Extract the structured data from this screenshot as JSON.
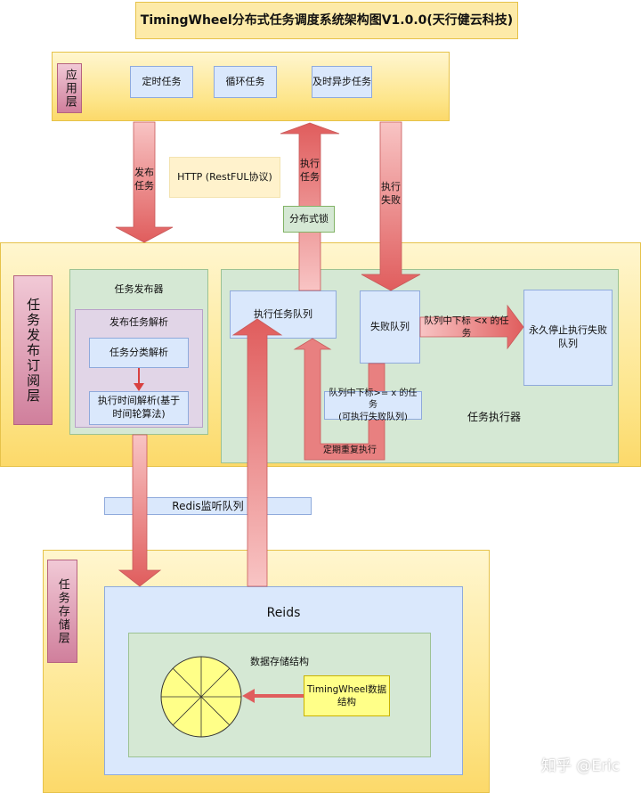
{
  "title": "TimingWheel分布式任务调度系统架构图V1.0.0(天行健云科技)",
  "layers": {
    "app": {
      "label": "应用层",
      "items": [
        "定时任务",
        "循环任务",
        "及时异步任务"
      ]
    },
    "publish": {
      "label": "任务发布订阅层",
      "publisher": {
        "title": "任务发布器",
        "parse_title": "发布任务解析",
        "classify": "任务分类解析",
        "time_parse": "执行时间解析(基于时间轮算法)"
      },
      "executor": {
        "title": "任务执行器",
        "exec_queue": "执行任务队列",
        "fail_queue": "失败队列",
        "stop_queue": "永久停止执行失败队列",
        "to_stop": "队列中下标 <x 的任务",
        "retry": "队列中下标>= x 的任务\n(可执行失败队列)",
        "periodic": "定期重复执行"
      }
    },
    "storage": {
      "label": "任务存储层",
      "reids": "Reids",
      "struct_title": "数据存储结构",
      "timingwheel": "TimingWheel数据结构"
    }
  },
  "arrows": {
    "publish": "发布任务",
    "execute": "执行任务",
    "fail": "执行失败"
  },
  "http_label": "HTTP (RestFUL协议)",
  "lock_label": "分布式锁",
  "redis_queue": "Redis监听队列",
  "watermark": "知乎 @Eric",
  "colors": {
    "layer": "#fde58a",
    "layer_label": "#d07f9c",
    "box_blue": "#dae8fc",
    "box_green": "#d5e8d4",
    "box_purple": "#e1d5e7",
    "arrow": "#f08080",
    "wheel": "#ffff88"
  }
}
